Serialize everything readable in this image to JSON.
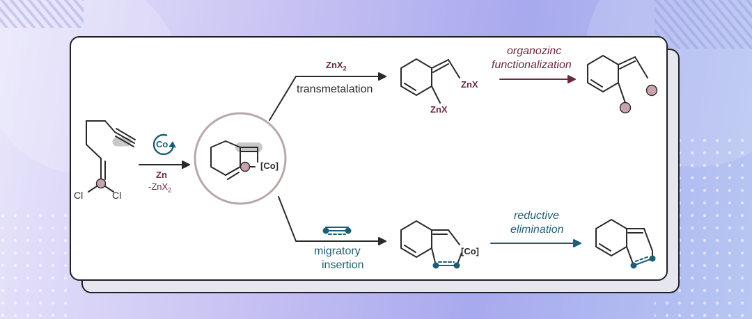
{
  "colors": {
    "maroon": "#6b2a3f",
    "teal": "#1c5e73",
    "pink": "#c9a3ac",
    "ring": "#b8a8a8",
    "highlight": "#c9c9c9"
  },
  "labels": {
    "substrate_cl_left": "Cl",
    "substrate_cl_right": "Cl",
    "catalyst": "Co",
    "reagent_zn": "Zn",
    "byproduct_main": "-ZnX",
    "byproduct_sub": "2",
    "intermediate_metal": "[Co]",
    "top_reagent_main": "ZnX",
    "top_reagent_sub": "2",
    "top_step": "transmetalation",
    "top_zn_a": "ZnX",
    "top_zn_b": "ZnX",
    "top_next_1": "organozinc",
    "top_next_2": "functionalization",
    "bottom_step_1": "migratory",
    "bottom_step_2": "insertion",
    "bottom_metal": "[Co]",
    "bottom_next_1": "reductive",
    "bottom_next_2": "elimination"
  }
}
